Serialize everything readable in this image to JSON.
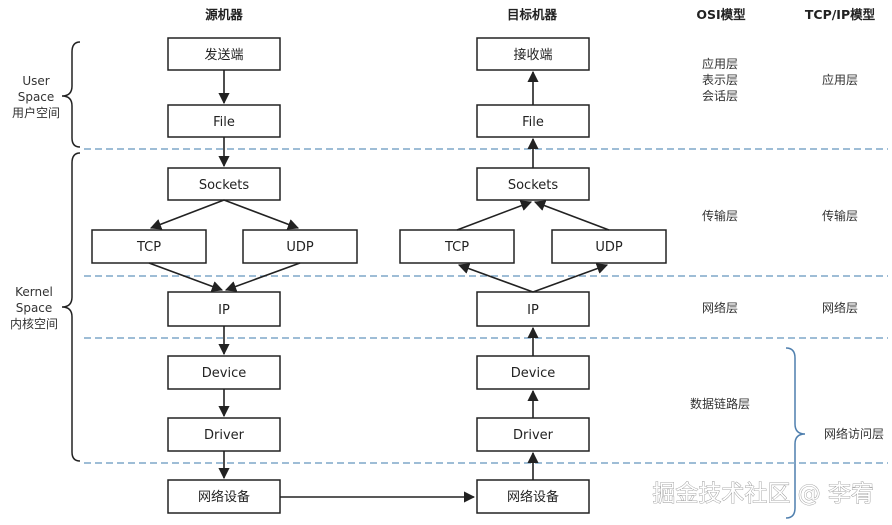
{
  "headers": {
    "source": "源机器",
    "target": "目标机器",
    "osi": "OSI模型",
    "tcpip": "TCP/IP模型"
  },
  "spaces": {
    "user": [
      "User",
      "Space",
      "用户空间"
    ],
    "kernel": [
      "Kernel",
      "Space",
      "内核空间"
    ]
  },
  "source": {
    "sender": "发送端",
    "file": "File",
    "sockets": "Sockets",
    "tcp": "TCP",
    "udp": "UDP",
    "ip": "IP",
    "device": "Device",
    "driver": "Driver",
    "net_device": "网络设备"
  },
  "target": {
    "receiver": "接收端",
    "file": "File",
    "sockets": "Sockets",
    "tcp": "TCP",
    "udp": "UDP",
    "ip": "IP",
    "device": "Device",
    "driver": "Driver",
    "net_device": "网络设备"
  },
  "osi_layers": {
    "application": [
      "应用层",
      "表示层",
      "会话层"
    ],
    "transport": "传输层",
    "network": "网络层",
    "datalink": "数据链路层"
  },
  "tcpip_layers": {
    "application": "应用层",
    "transport": "传输层",
    "network": "网络层",
    "access": "网络访问层"
  },
  "watermark": "掘金技术社区 @ 李宥"
}
